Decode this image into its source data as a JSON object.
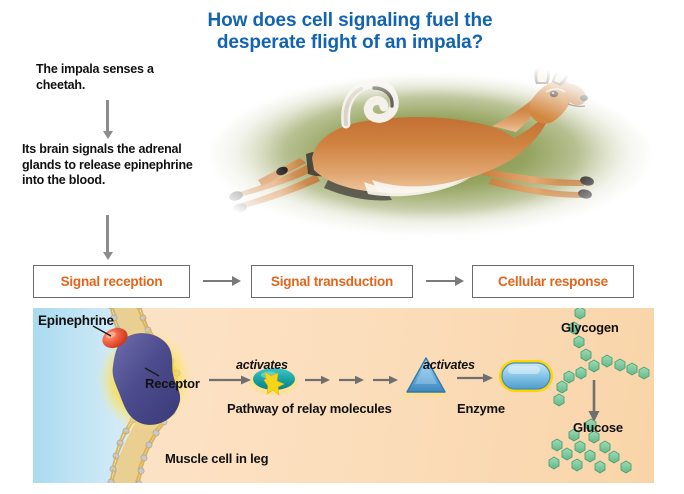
{
  "title": {
    "line1": "How does cell signaling fuel the",
    "line2": "desperate flight of an impala?"
  },
  "narrative": {
    "step1": "The impala senses a cheetah.",
    "step2": "Its brain signals the adrenal glands to release epinephrine into the blood."
  },
  "stages": {
    "reception": "Signal reception",
    "transduction": "Signal transduction",
    "response": "Cellular response"
  },
  "cell": {
    "epinephrine": "Epinephrine",
    "receptor": "Receptor",
    "activates_1": "activates",
    "activates_2": "activates",
    "pathway": "Pathway of relay molecules",
    "enzyme": "Enzyme",
    "glycogen": "Glycogen",
    "glucose": "Glucose",
    "muscle": "Muscle cell in leg"
  },
  "colors": {
    "title_blue": "#1264b0",
    "stage_orange": "#e2651b",
    "box_border": "#6b6b6b",
    "arrow_gray": "#8c8c8c",
    "extracellular_blue": "#bfe3f4",
    "cytoplasm_tan": "#fbdcb8",
    "membrane_tail": "#d8b25c",
    "membrane_head": "#c9c9c9",
    "receptor_purple": "#4a4a8f",
    "epinephrine_red": "#e8503a",
    "relay_teal": "#1fa8a8",
    "relay_star_yellow": "#f7d418",
    "triangle_blue": "#5fa8d8",
    "enzyme_blue": "#7fc0e8",
    "glow_yellow": "#ffd400",
    "sugar_green": "#79c79a"
  }
}
